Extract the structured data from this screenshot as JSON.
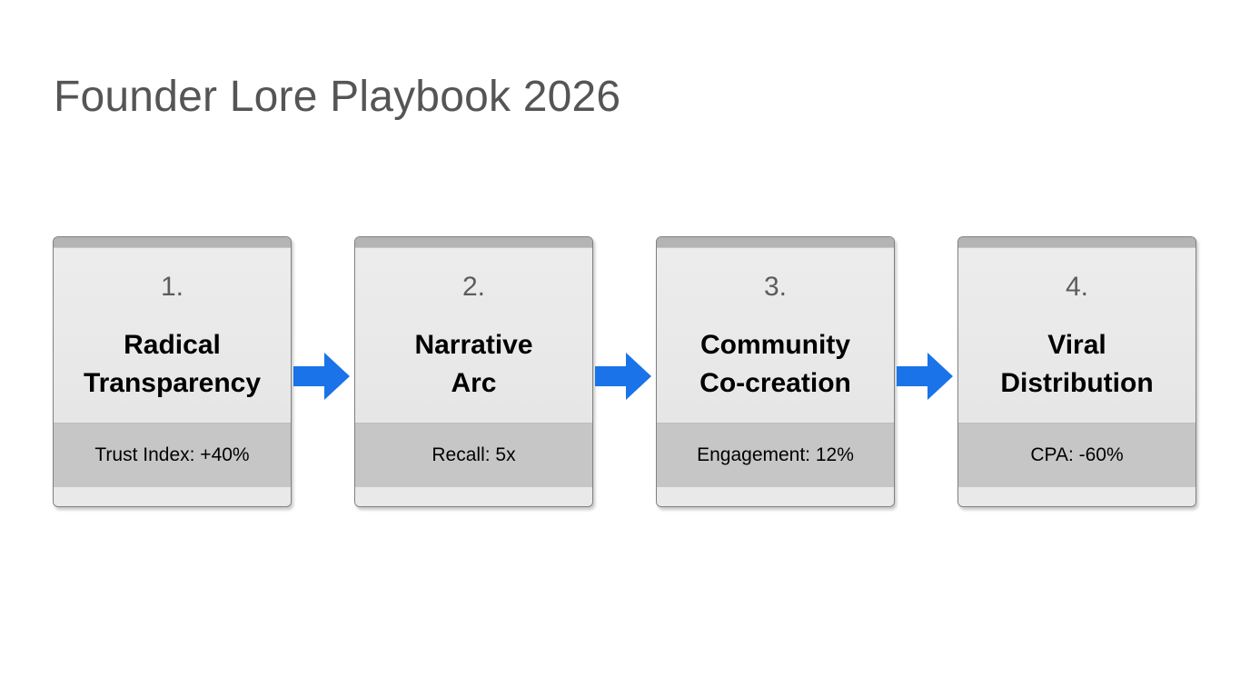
{
  "slide": {
    "title": "Founder Lore Playbook 2026",
    "background_color": "#ffffff",
    "title_color": "#555555"
  },
  "theme": {
    "accent_color": "#1a73e8",
    "card_body_color": "#ececec",
    "card_topbar_color": "#b4b4b4",
    "card_metric_band_color": "#c6c6c6",
    "card_border_color": "#808080",
    "number_color": "#5c5c5c",
    "title_text_color": "#000000"
  },
  "flow": {
    "arrow_icon_name": "right-arrow-icon",
    "arrows": [
      {
        "name": "arrow-step-1-to-2"
      },
      {
        "name": "arrow-step-2-to-3"
      },
      {
        "name": "arrow-step-3-to-4"
      }
    ],
    "steps": [
      {
        "number": "1.",
        "title": "Radical\nTransparency",
        "title_line_1": "Radical",
        "title_line_2": "Transparency",
        "metric": "Trust Index: +40%",
        "metric_label": "Trust Index",
        "metric_value": "+40%"
      },
      {
        "number": "2.",
        "title": "Narrative\nArc",
        "title_line_1": "Narrative",
        "title_line_2": "Arc",
        "metric": "Recall: 5x",
        "metric_label": "Recall",
        "metric_value": "5x"
      },
      {
        "number": "3.",
        "title": "Community\nCo-creation",
        "title_line_1": "Community",
        "title_line_2": "Co-creation",
        "metric": "Engagement: 12%",
        "metric_label": "Engagement",
        "metric_value": "12%"
      },
      {
        "number": "4.",
        "title": "Viral\nDistribution",
        "title_line_1": "Viral",
        "title_line_2": "Distribution",
        "metric": "CPA: -60%",
        "metric_label": "CPA",
        "metric_value": "-60%"
      }
    ]
  }
}
